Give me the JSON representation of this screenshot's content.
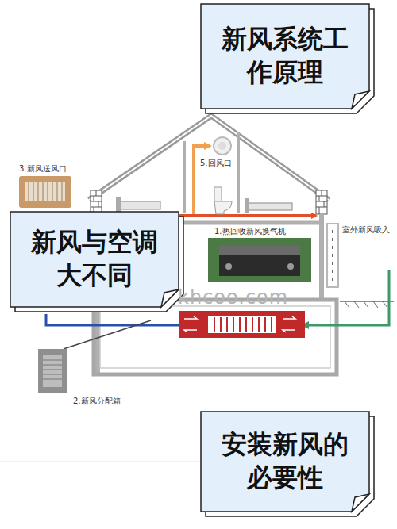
{
  "diagram": {
    "nodes": [
      {
        "text": [
          "新风系统工作原理"
        ]
      },
      {
        "text": [
          "新风与空调大不同"
        ]
      },
      {
        "text": [
          "安装新风的必要性"
        ]
      }
    ],
    "labels": [
      "3.新风送风口",
      "5.回风口",
      "1.热回收新风换气机",
      "室外新风吸入",
      "2.新风分配箱",
      "khcoo.com"
    ]
  }
}
